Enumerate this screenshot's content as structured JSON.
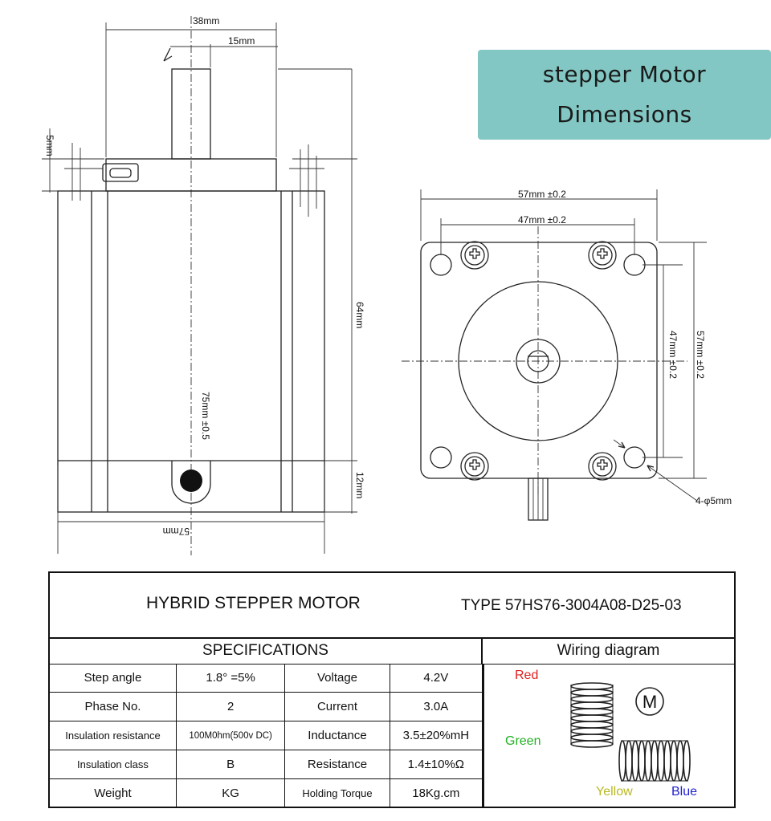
{
  "title": {
    "line1": "stepper Motor",
    "line2": "Dimensions",
    "background_color": "#82c7c3"
  },
  "side_view": {
    "dim_top_overall": "38mm",
    "dim_shaft": "15mm",
    "dim_flange": "5mm",
    "dim_body": "64mm",
    "dim_total_length": "75mm ±0.5",
    "dim_rear": "12mm",
    "dim_width": "57mm"
  },
  "front_view": {
    "dim_outer_width": "57mm  ±0.2",
    "dim_hole_spacing_width": "47mm  ±0.2",
    "dim_hole_spacing_height": "47mm  ±0.2",
    "dim_outer_height": "57mm  ±0.2",
    "dim_holes": "4-φ5mm"
  },
  "spec_header": {
    "motor_name": "HYBRID STEPPER MOTOR",
    "motor_type": "TYPE 57HS76-3004A08-D25-03"
  },
  "spec_section_label": "SPECIFICATIONS",
  "wiring_section_label": "Wiring diagram",
  "spec_rows": [
    {
      "label1": "Step angle",
      "value1": "1.8°  =5%",
      "label2": "Voltage",
      "value2": "4.2V"
    },
    {
      "label1": "Phase No.",
      "value1": "2",
      "label2": "Current",
      "value2": "3.0A"
    },
    {
      "label1": "Insulation resistance",
      "value1": "100M0hm(500v DC)",
      "label2": "Inductance",
      "value2": "3.5±20%mH"
    },
    {
      "label1": "Insulation class",
      "value1": "B",
      "label2": "Resistance",
      "value2": "1.4±10%Ω"
    },
    {
      "label1": "Weight",
      "value1": "KG",
      "label2": "Holding Torque",
      "value2": "18Kg.cm"
    }
  ],
  "wiring": {
    "motor_symbol": "M",
    "wire1": {
      "name": "Red",
      "color": "#e02020"
    },
    "wire2": {
      "name": "Green",
      "color": "#22b022"
    },
    "wire3": {
      "name": "Yellow",
      "color": "#b8b820"
    },
    "wire4": {
      "name": "Blue",
      "color": "#2020d0"
    }
  }
}
